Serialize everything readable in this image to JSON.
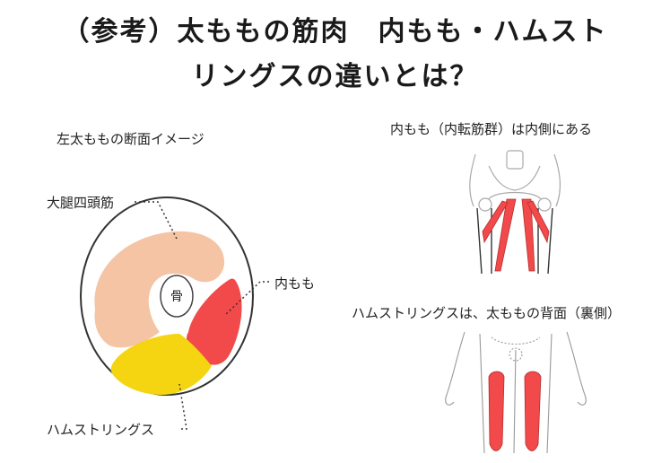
{
  "title": {
    "line1": "（参考）太ももの筋肉　内もも・ハムスト",
    "line2": "リングスの違いとは？"
  },
  "left_panel": {
    "caption": "左太ももの断面イメージ",
    "quadriceps": "大腿四頭筋",
    "bone": "骨",
    "inner_thigh": "内もも",
    "hamstrings": "ハムストリングス"
  },
  "right_panel": {
    "top_caption": "内もも（内転筋群）は内側にある",
    "bottom_caption": "ハムストリングスは、太ももの背面（裏側）"
  },
  "colors": {
    "quadriceps": "#f4c4a4",
    "inner_thigh": "#f2494a",
    "hamstrings": "#f5d511",
    "outline": "#333333"
  }
}
